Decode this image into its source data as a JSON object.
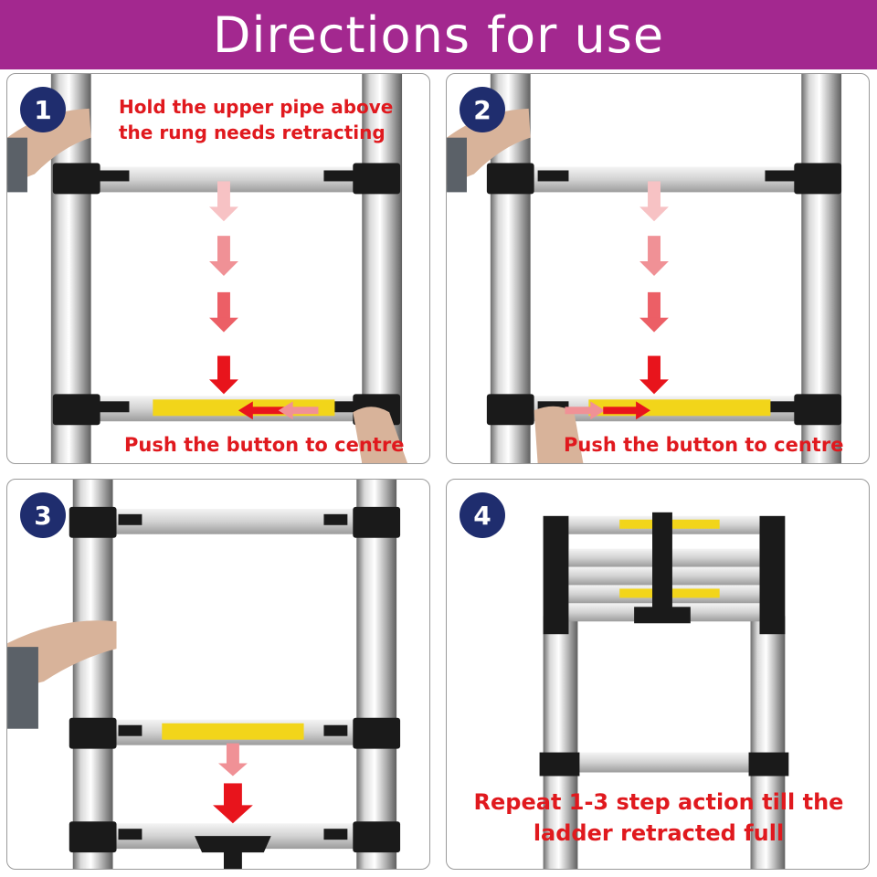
{
  "header": {
    "title": "Directions for use"
  },
  "steps": [
    {
      "number": "1",
      "text": "Hold the upper pipe above the rung needs retracting",
      "text2": "Push the button to centre"
    },
    {
      "number": "2",
      "text": "Push the button to centre"
    },
    {
      "number": "3"
    },
    {
      "number": "4",
      "text": "Repeat 1-3 step action till the ladder retracted full"
    }
  ],
  "colors": {
    "banner": "#a3288f",
    "badge": "#1f2d6e",
    "instruction_text": "#e0191e",
    "arrow": "#e8141c"
  }
}
